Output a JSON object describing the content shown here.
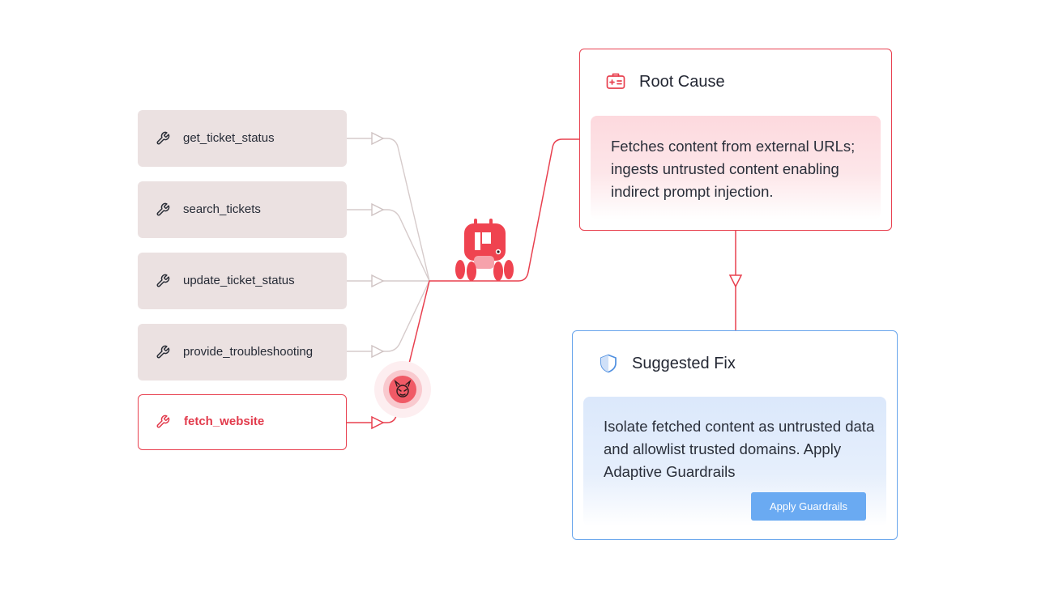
{
  "tools": [
    {
      "label": "get_ticket_status",
      "state": "normal"
    },
    {
      "label": "search_tickets",
      "state": "normal"
    },
    {
      "label": "update_ticket_status",
      "state": "normal"
    },
    {
      "label": "provide_troubleshooting",
      "state": "normal"
    },
    {
      "label": "fetch_website",
      "state": "flagged"
    }
  ],
  "root_cause": {
    "title": "Root Cause",
    "description": "Fetches content from external URLs; ingests untrusted content enabling indirect prompt injection.",
    "icon": "first-aid-kit-icon"
  },
  "suggested_fix": {
    "title": "Suggested Fix",
    "description": "Isolate fetched content as untrusted data and allowlist trusted domains. Apply Adaptive Guardrails",
    "icon": "shield-icon",
    "button_label": "Apply Guardrails"
  },
  "colors": {
    "danger": "#e8404f",
    "info": "#6aa6ec",
    "neutral_wire": "#d6cbcb",
    "tool_bg": "#ebe1e1",
    "button": "#6aaaf2"
  }
}
